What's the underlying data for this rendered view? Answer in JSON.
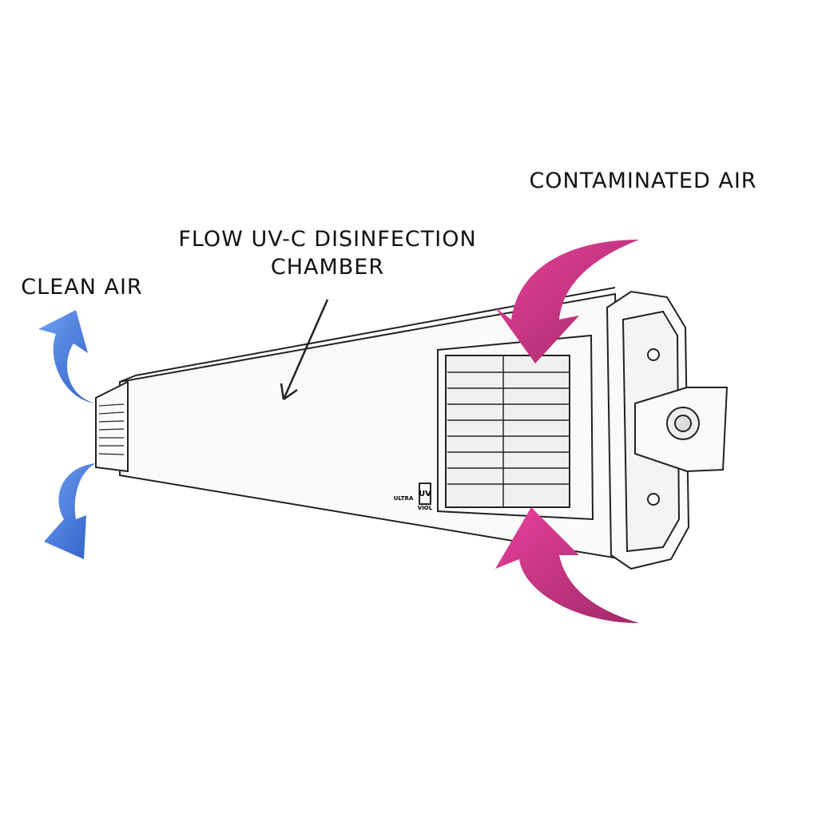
{
  "labels": {
    "contaminated_air": "CONTAMINATED AIR",
    "chamber_line1": "FLOW UV-C DISINFECTION",
    "chamber_line2": "CHAMBER",
    "clean_air": "CLEAN AIR"
  },
  "logo": {
    "text": "ULTRA UV VIOL"
  },
  "colors": {
    "clean_arrow": "#3a6fd8",
    "contaminated_arrow": "#d4348a",
    "sketch": "#222222"
  }
}
